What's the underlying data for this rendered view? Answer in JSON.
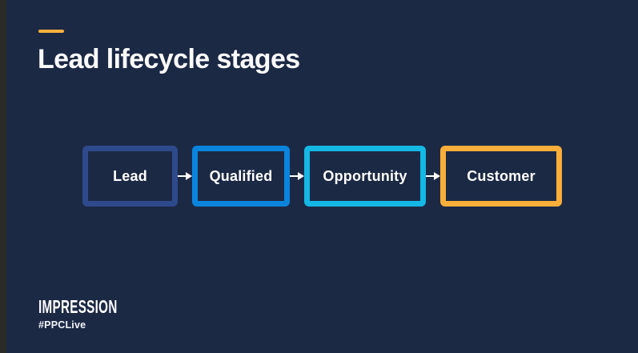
{
  "slide": {
    "title": "Lead lifecycle stages",
    "background_color": "#1C2945",
    "accent_color": "#F9B13C",
    "title_color": "#FAFAFA"
  },
  "flow": {
    "stages": [
      {
        "label": "Lead",
        "border_color": "#2E4A8C"
      },
      {
        "label": "Qualified",
        "border_color": "#0B84DD"
      },
      {
        "label": "Opportunity",
        "border_color": "#15B7E5"
      },
      {
        "label": "Customer",
        "border_color": "#F9AE3A"
      }
    ],
    "arrow_icon": "right-arrow",
    "arrow_color": "#FFFFFF"
  },
  "footer": {
    "brand": "IMPRESSION",
    "hashtag": "#PPCLive"
  }
}
